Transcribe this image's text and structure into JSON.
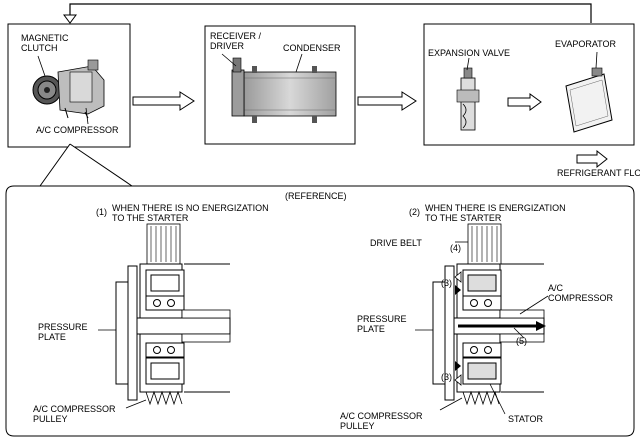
{
  "top": {
    "compressor_box": {
      "magnetic_clutch": "MAGNETIC\nCLUTCH",
      "ac_compressor": "A/C COMPRESSOR"
    },
    "condenser_box": {
      "receiver_driver": "RECEIVER /\nDRIVER",
      "condenser": "CONDENSER"
    },
    "evap_box": {
      "expansion_valve": "EXPANSION VALVE",
      "evaporator": "EVAPORATOR"
    },
    "legend": "REFRIGERANT FLOW"
  },
  "reference": {
    "title": "(REFERENCE)",
    "left": {
      "heading_num": "(1)",
      "heading": "WHEN THERE IS NO ENERGIZATION\nTO THE STARTER",
      "pressure_plate": "PRESSURE\nPLATE",
      "pulley": "A/C COMPRESSOR\nPULLEY"
    },
    "right": {
      "heading_num": "(2)",
      "heading": "WHEN THERE IS ENERGIZATION\nTO THE STARTER",
      "drive_belt": "DRIVE BELT",
      "pressure_plate": "PRESSURE\nPLATE",
      "ac_compressor": "A/C\nCOMPRESSOR",
      "pulley": "A/C COMPRESSOR\nPULLEY",
      "stator": "STATOR",
      "callout_3": "(3)",
      "callout_4": "(4)",
      "callout_5": "(5)"
    }
  }
}
